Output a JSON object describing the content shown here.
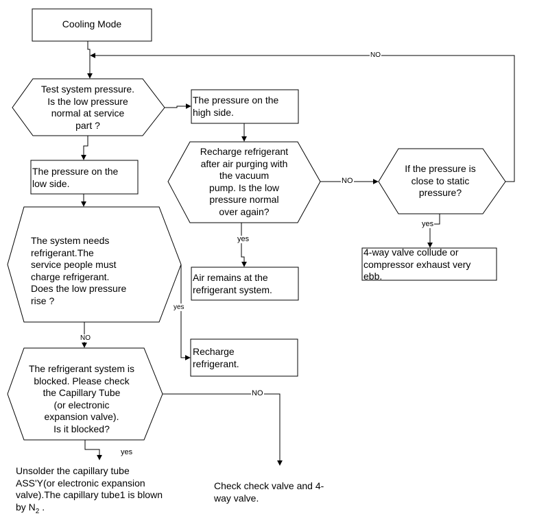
{
  "nodes": {
    "start": "Cooling Mode",
    "q_low_pressure": "Test system pressure.\nIs the low pressure\nnormal at service\npart ?",
    "high_side": "The pressure on the\nhigh side.",
    "low_side": "The pressure on the\nlow side.",
    "q_recharge": "Recharge refrigerant\nafter air purging with\nthe vacuum\npump. Is the low\npressure normal\nover again?",
    "q_static": "If the pressure is\nclose to static\npressure?",
    "four_way": "4-way valve collude or\ncompressor exhaust very\nebb.",
    "q_needs_refrigerant": "The system needs\nrefrigerant.The\nservice people must\ncharge  refrigerant.\nDoes the low pressure\nrise ?",
    "air_remains": "Air remains at the\nrefrigerant system.",
    "recharge": "Recharge\nrefrigerant.",
    "q_blocked": "The refrigerant system is\nblocked. Please check\nthe Capillary Tube\n(or electronic\nexpansion valve).\nIs it blocked?",
    "unsolder": "Unsolder the capillary tube\nASS'Y(or electronic expansion\nvalve).The capillary tube1 is blown\nby N",
    "unsolder_sub": "2",
    "unsolder_end": "  .",
    "check_valve": "Check check valve and 4-\nway valve."
  },
  "edge_labels": {
    "loop_no": "NO",
    "recharge_no": "NO",
    "static_yes": "yes",
    "recharge_yes": "yes",
    "needs_yes": "yes",
    "needs_no": "NO",
    "blocked_no": "NO",
    "blocked_yes": "yes"
  }
}
